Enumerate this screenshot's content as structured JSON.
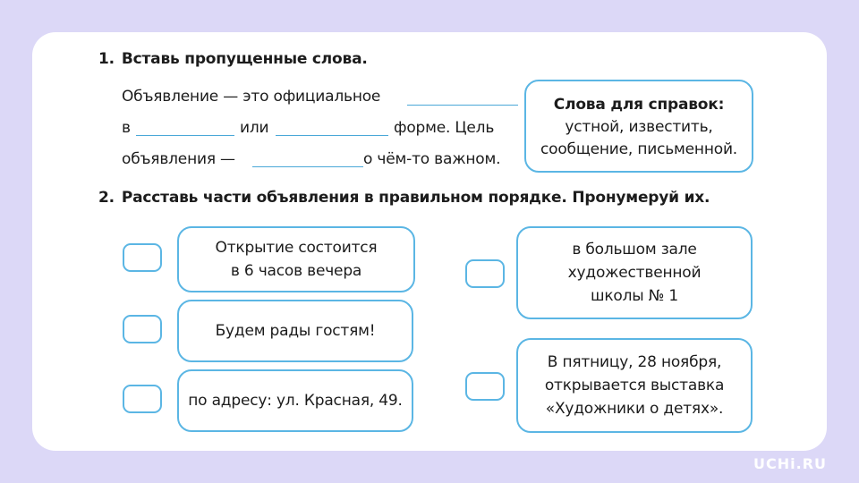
{
  "task1": {
    "number": "1.",
    "title": "Вставь пропущенные слова.",
    "line1": "Объявление — это официальное",
    "line2_a": "в",
    "line2_b": "или",
    "line2_c": "форме. Цель",
    "line3_a": "объявления —",
    "line3_b": "о чём-то важном.",
    "hint": {
      "title": "Слова для справок:",
      "line1": "устной, известить,",
      "line2": "сообщение, письменной."
    }
  },
  "task2": {
    "number": "2.",
    "title": "Расставь части объявления в правильном порядке. Пронумеруй их.",
    "parts": [
      "Открытие состоится\nв 6 часов вечера",
      "Будем рады гостям!",
      "по адресу: ул. Красная, 49.",
      "в большом зале\nхудожественной\nшколы № 1",
      "В пятницу, 28 ноября,\nоткрывается выставка\n«Художники о детях»."
    ]
  },
  "logo": "UCHi.RU",
  "colors": {
    "background": "#dcd8f7",
    "card": "#ffffff",
    "accent": "#5bb6e4"
  }
}
